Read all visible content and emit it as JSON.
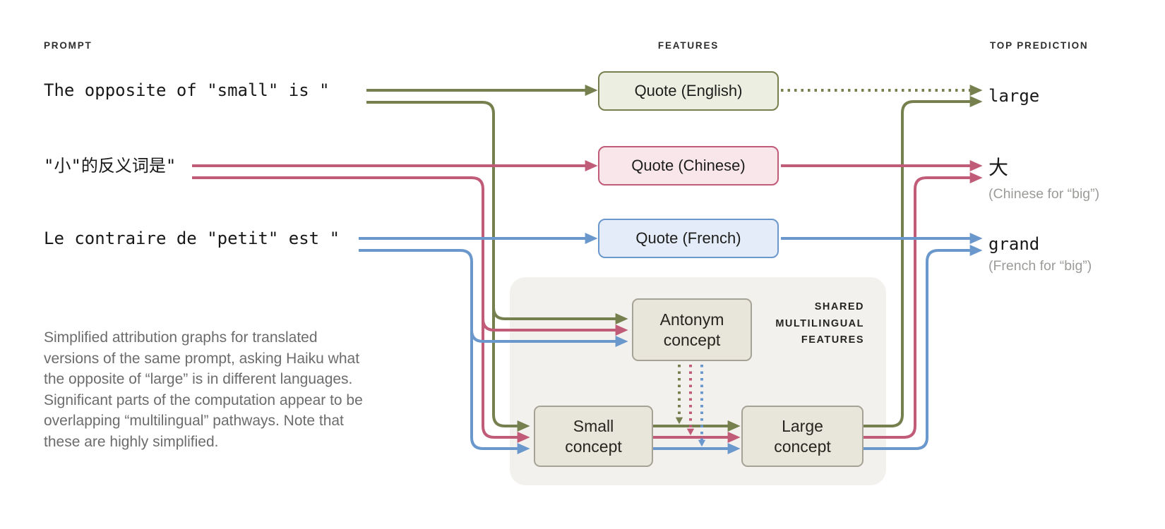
{
  "headers": {
    "prompt": "PROMPT",
    "features": "FEATURES",
    "top_prediction": "TOP PREDICTION"
  },
  "rows": [
    {
      "language": "English",
      "prompt": "The opposite of \"small\" is \"",
      "feature": "Quote (English)",
      "prediction": "large",
      "note": ""
    },
    {
      "language": "Chinese",
      "prompt": "\"小\"的反义词是\"",
      "feature": "Quote (Chinese)",
      "prediction": "大",
      "note": "(Chinese for “big”)"
    },
    {
      "language": "French",
      "prompt": "Le contraire de \"petit\" est \"",
      "feature": "Quote (French)",
      "prediction": "grand",
      "note": "(French for “big”)"
    }
  ],
  "shared_panel": {
    "label_line1": "SHARED",
    "label_line2": "MULTILINGUAL",
    "label_line3": "FEATURES",
    "antonym_box": "Antonym concept",
    "small_box": "Small concept",
    "large_box": "Large concept"
  },
  "caption": "Simplified attribution graphs for translated versions of the same prompt, asking Haiku what the opposite of “large” is in different languages. Significant parts of the computation appear to be overlapping “multilingual” pathways. Note that these are highly simplified.",
  "colors": {
    "green": "#75804E",
    "pink": "#C05B78",
    "blue": "#6B98CC",
    "english_fill": "#ECEEE1",
    "chinese_fill": "#F8E6EA",
    "french_fill": "#E3ECF8",
    "concept_fill": "#E8E5DA",
    "concept_border": "#A6A295",
    "panel_fill": "#F2F1EE"
  }
}
